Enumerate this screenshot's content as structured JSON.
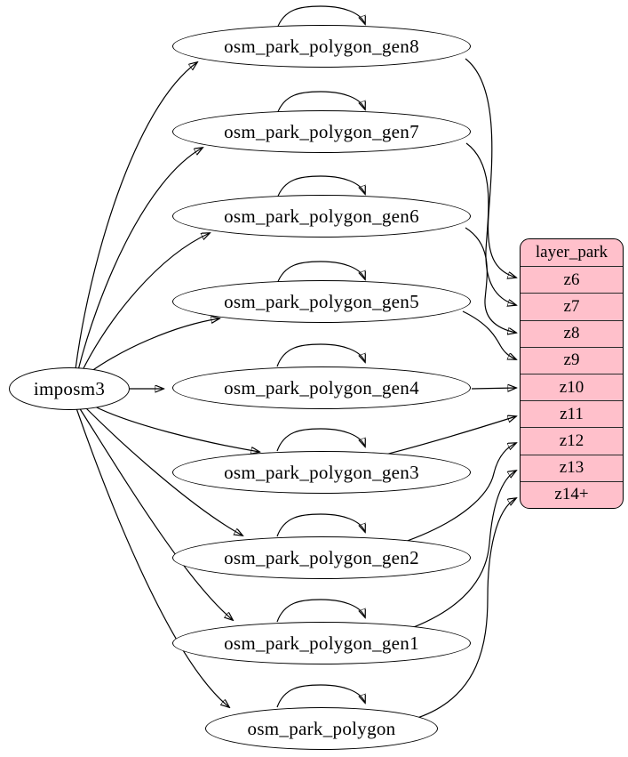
{
  "diagram": {
    "kind": "graphviz-dependency-graph",
    "colors": {
      "node_fill": "#ffffff",
      "layer_fill": "#ffc0cb",
      "stroke": "#000000"
    },
    "nodes": [
      {
        "id": "imposm3",
        "label": "imposm3"
      },
      {
        "id": "osm_park_polygon_gen8",
        "label": "osm_park_polygon_gen8"
      },
      {
        "id": "osm_park_polygon_gen7",
        "label": "osm_park_polygon_gen7"
      },
      {
        "id": "osm_park_polygon_gen6",
        "label": "osm_park_polygon_gen6"
      },
      {
        "id": "osm_park_polygon_gen5",
        "label": "osm_park_polygon_gen5"
      },
      {
        "id": "osm_park_polygon_gen4",
        "label": "osm_park_polygon_gen4"
      },
      {
        "id": "osm_park_polygon_gen3",
        "label": "osm_park_polygon_gen3"
      },
      {
        "id": "osm_park_polygon_gen2",
        "label": "osm_park_polygon_gen2"
      },
      {
        "id": "osm_park_polygon_gen1",
        "label": "osm_park_polygon_gen1"
      },
      {
        "id": "osm_park_polygon",
        "label": "osm_park_polygon"
      }
    ],
    "layer": {
      "title": "layer_park",
      "rows": [
        "z6",
        "z7",
        "z8",
        "z9",
        "z10",
        "z11",
        "z12",
        "z13",
        "z14+"
      ]
    },
    "edges": [
      {
        "from": "imposm3",
        "to": "osm_park_polygon_gen8"
      },
      {
        "from": "imposm3",
        "to": "osm_park_polygon_gen7"
      },
      {
        "from": "imposm3",
        "to": "osm_park_polygon_gen6"
      },
      {
        "from": "imposm3",
        "to": "osm_park_polygon_gen5"
      },
      {
        "from": "imposm3",
        "to": "osm_park_polygon_gen4"
      },
      {
        "from": "imposm3",
        "to": "osm_park_polygon_gen3"
      },
      {
        "from": "imposm3",
        "to": "osm_park_polygon_gen2"
      },
      {
        "from": "imposm3",
        "to": "osm_park_polygon_gen1"
      },
      {
        "from": "imposm3",
        "to": "osm_park_polygon"
      },
      {
        "from": "osm_park_polygon_gen8",
        "to": "osm_park_polygon_gen8"
      },
      {
        "from": "osm_park_polygon_gen7",
        "to": "osm_park_polygon_gen7"
      },
      {
        "from": "osm_park_polygon_gen6",
        "to": "osm_park_polygon_gen6"
      },
      {
        "from": "osm_park_polygon_gen5",
        "to": "osm_park_polygon_gen5"
      },
      {
        "from": "osm_park_polygon_gen4",
        "to": "osm_park_polygon_gen4"
      },
      {
        "from": "osm_park_polygon_gen3",
        "to": "osm_park_polygon_gen3"
      },
      {
        "from": "osm_park_polygon_gen2",
        "to": "osm_park_polygon_gen2"
      },
      {
        "from": "osm_park_polygon_gen1",
        "to": "osm_park_polygon_gen1"
      },
      {
        "from": "osm_park_polygon",
        "to": "osm_park_polygon"
      },
      {
        "from": "osm_park_polygon_gen8",
        "to": "layer_park.z6"
      },
      {
        "from": "osm_park_polygon_gen7",
        "to": "layer_park.z7"
      },
      {
        "from": "osm_park_polygon_gen6",
        "to": "layer_park.z8"
      },
      {
        "from": "osm_park_polygon_gen5",
        "to": "layer_park.z9"
      },
      {
        "from": "osm_park_polygon_gen4",
        "to": "layer_park.z10"
      },
      {
        "from": "osm_park_polygon_gen3",
        "to": "layer_park.z11"
      },
      {
        "from": "osm_park_polygon_gen2",
        "to": "layer_park.z12"
      },
      {
        "from": "osm_park_polygon_gen1",
        "to": "layer_park.z13"
      },
      {
        "from": "osm_park_polygon",
        "to": "layer_park.z14+"
      }
    ]
  }
}
